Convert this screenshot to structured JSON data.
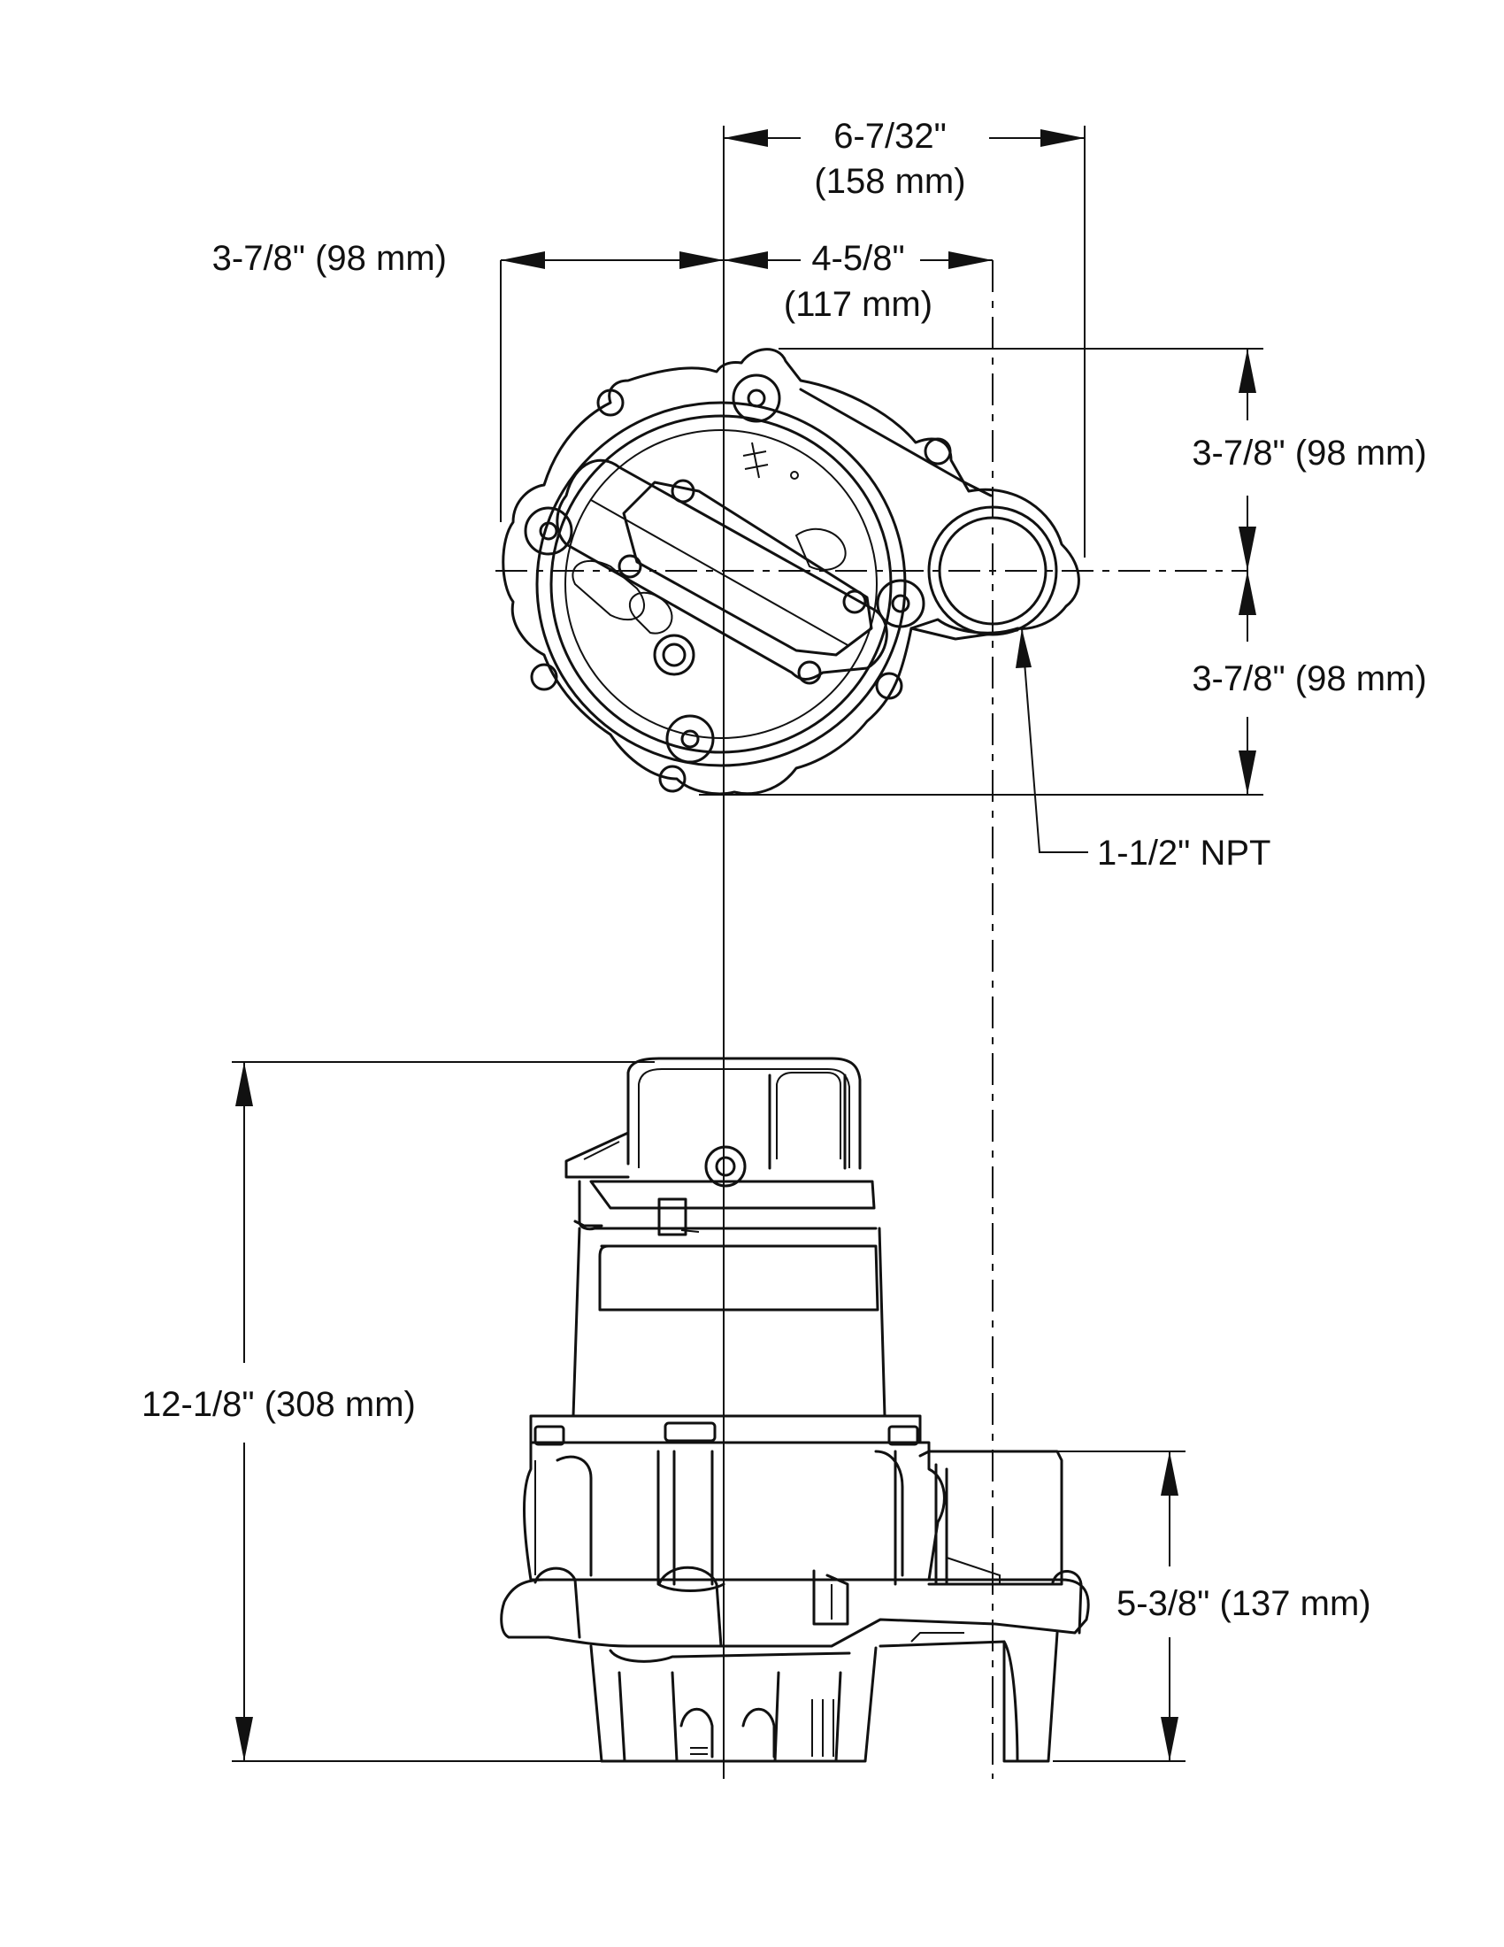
{
  "dimensions": {
    "overall_width": {
      "imperial": "6-7/32\"",
      "metric": "(158 mm)"
    },
    "left_offset": {
      "label": "3-7/8\" (98 mm)"
    },
    "discharge_offset": {
      "imperial": "4-5/8\"",
      "metric": "(117 mm)"
    },
    "top_half_depth": {
      "label": "3-7/8\" (98 mm)"
    },
    "bottom_half_depth": {
      "label": "3-7/8\" (98 mm)"
    },
    "discharge_size": {
      "label": "1-1/2\" NPT"
    },
    "overall_height": {
      "label": "12-1/8\" (308 mm)"
    },
    "discharge_height": {
      "label": "5-3/8\" (137 mm)"
    }
  },
  "colors": {
    "line": "#111111",
    "background": "#ffffff"
  }
}
